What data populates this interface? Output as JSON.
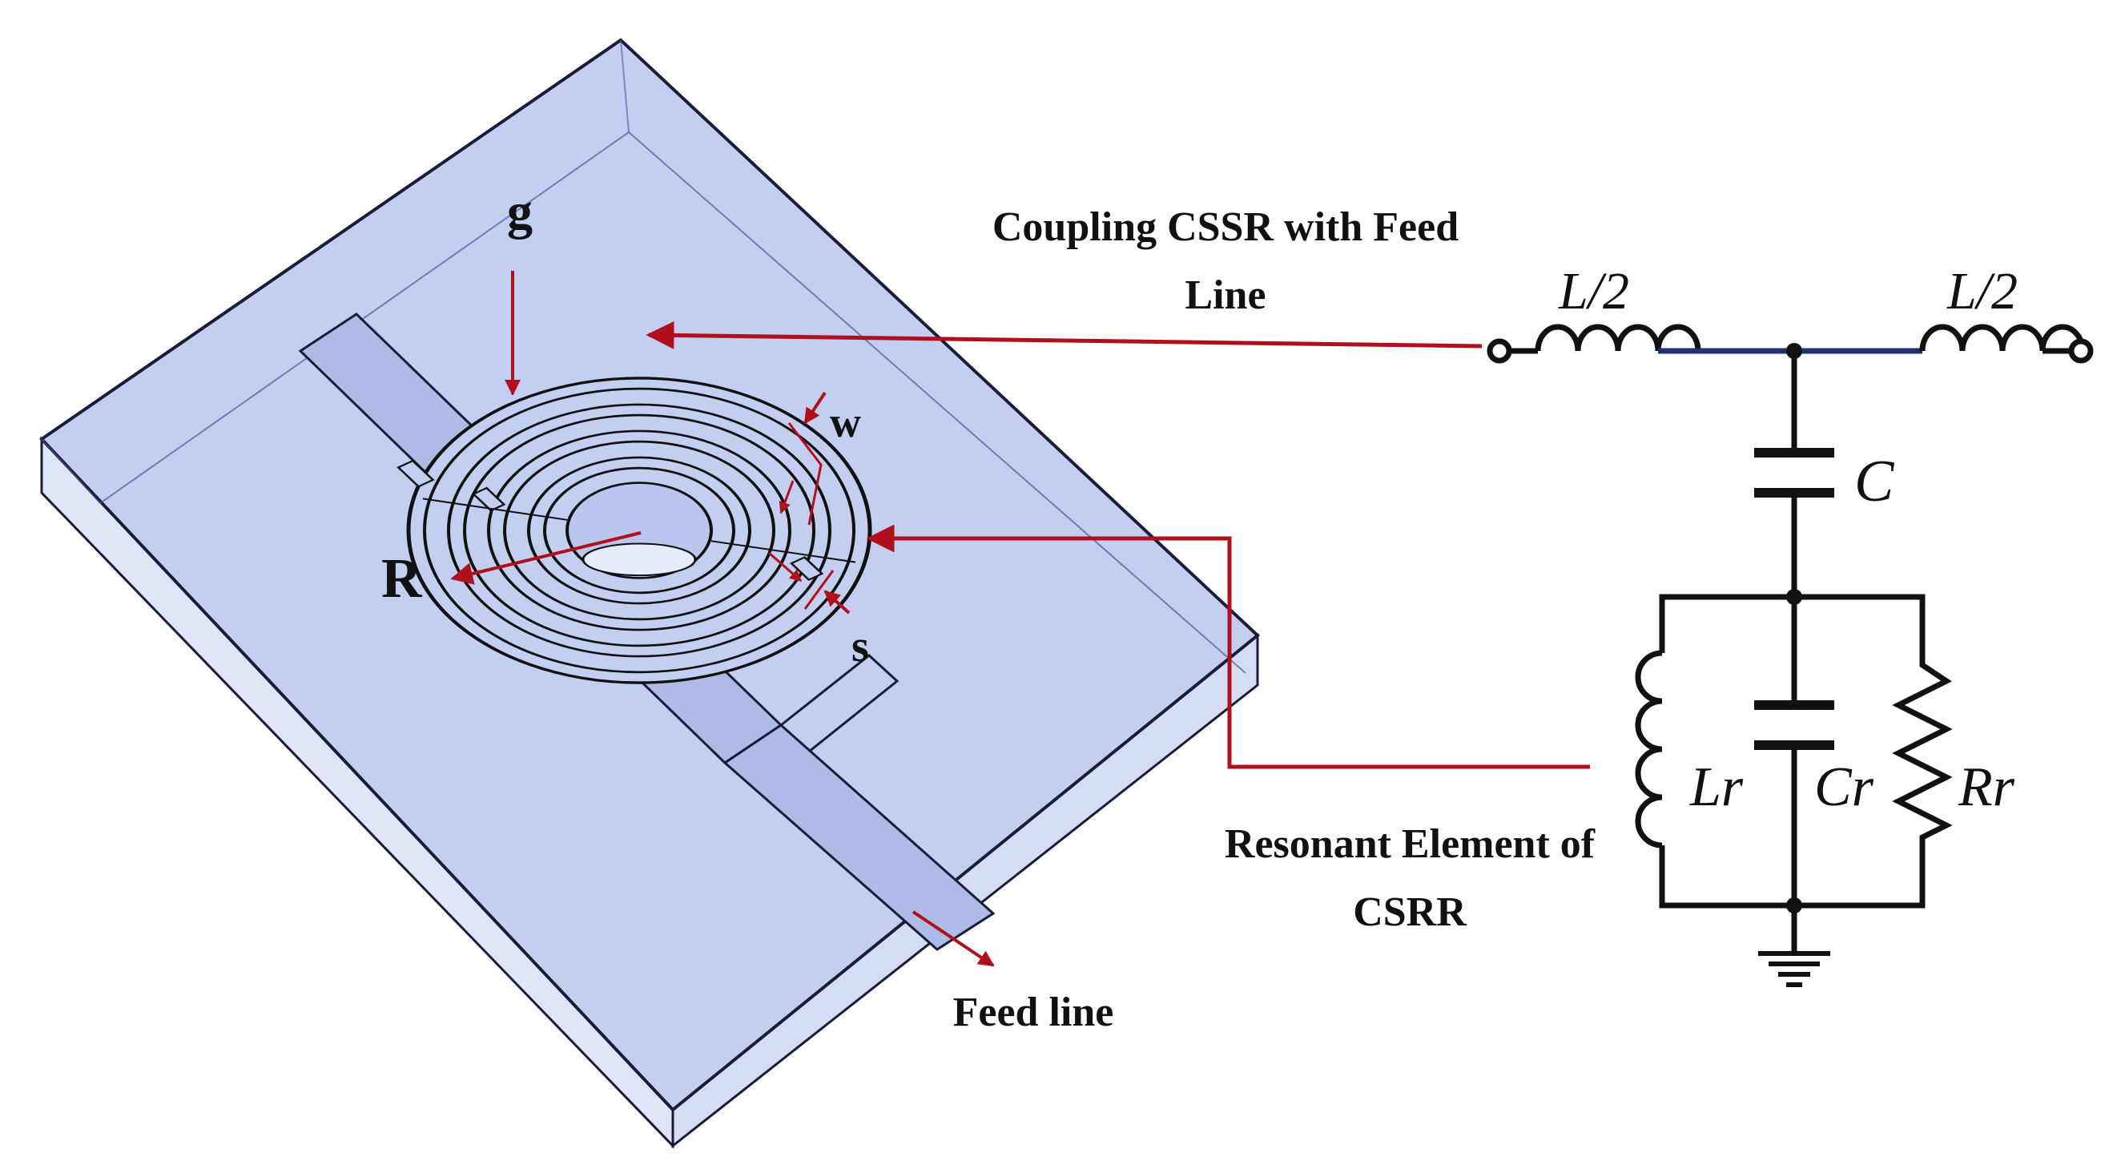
{
  "figure": {
    "dimension_labels": {
      "gap": "g",
      "width": "w",
      "radius": "R",
      "spacing": "s"
    },
    "annotations": {
      "coupling_line1": "Coupling CSSR with Feed",
      "coupling_line2": "Line",
      "resonant_line1": "Resonant Element of",
      "resonant_line2": "CSRR",
      "feed_line": "Feed line"
    },
    "circuit": {
      "inductor_left": "L/2",
      "inductor_right": "L/2",
      "capacitor": "C",
      "res_inductor": "Lr",
      "res_capacitor": "Cr",
      "res_resistor": "Rr"
    },
    "colors": {
      "substrate": "#c3cef0",
      "substrate_side": "#dfe6f8",
      "feedline": "#aebbe6",
      "accent_arrow": "#b0101c",
      "wire": "#111111",
      "wire_blue": "#203070"
    }
  }
}
